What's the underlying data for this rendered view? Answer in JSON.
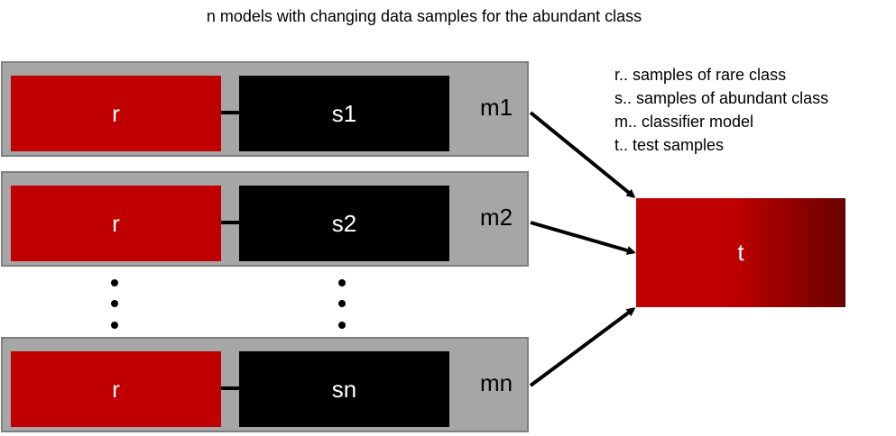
{
  "title": "n models with changing data samples for the abundant class",
  "rows": [
    {
      "rare": "r",
      "sample": "s1",
      "model": "m1"
    },
    {
      "rare": "r",
      "sample": "s2",
      "model": "m2"
    },
    {
      "rare": "r",
      "sample": "sn",
      "model": "mn"
    }
  ],
  "legend": [
    "r.. samples of rare class",
    "s.. samples of abundant class",
    "m.. classifier model",
    "t.. test samples"
  ],
  "target_label": "t",
  "colors": {
    "rare": "#c00000",
    "abundant": "#000000",
    "row_background": "#a6a6a6",
    "target_gradient_end": "#6a0000"
  }
}
